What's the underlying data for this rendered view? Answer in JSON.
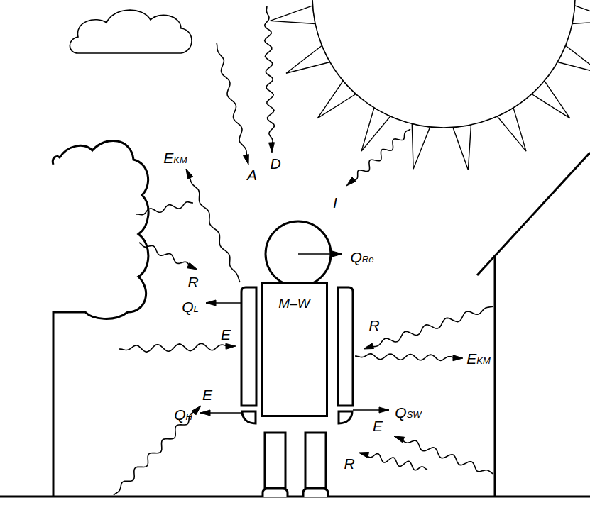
{
  "diagram": {
    "nodes": [
      {
        "text": [
          "M–W"
        ]
      }
    ],
    "labels": [
      "EKM",
      "A",
      "D",
      "I",
      "QRe",
      "R",
      "QL",
      "R",
      "EKM",
      "E",
      "QH",
      "QSW",
      "E",
      "E",
      "R"
    ]
  }
}
